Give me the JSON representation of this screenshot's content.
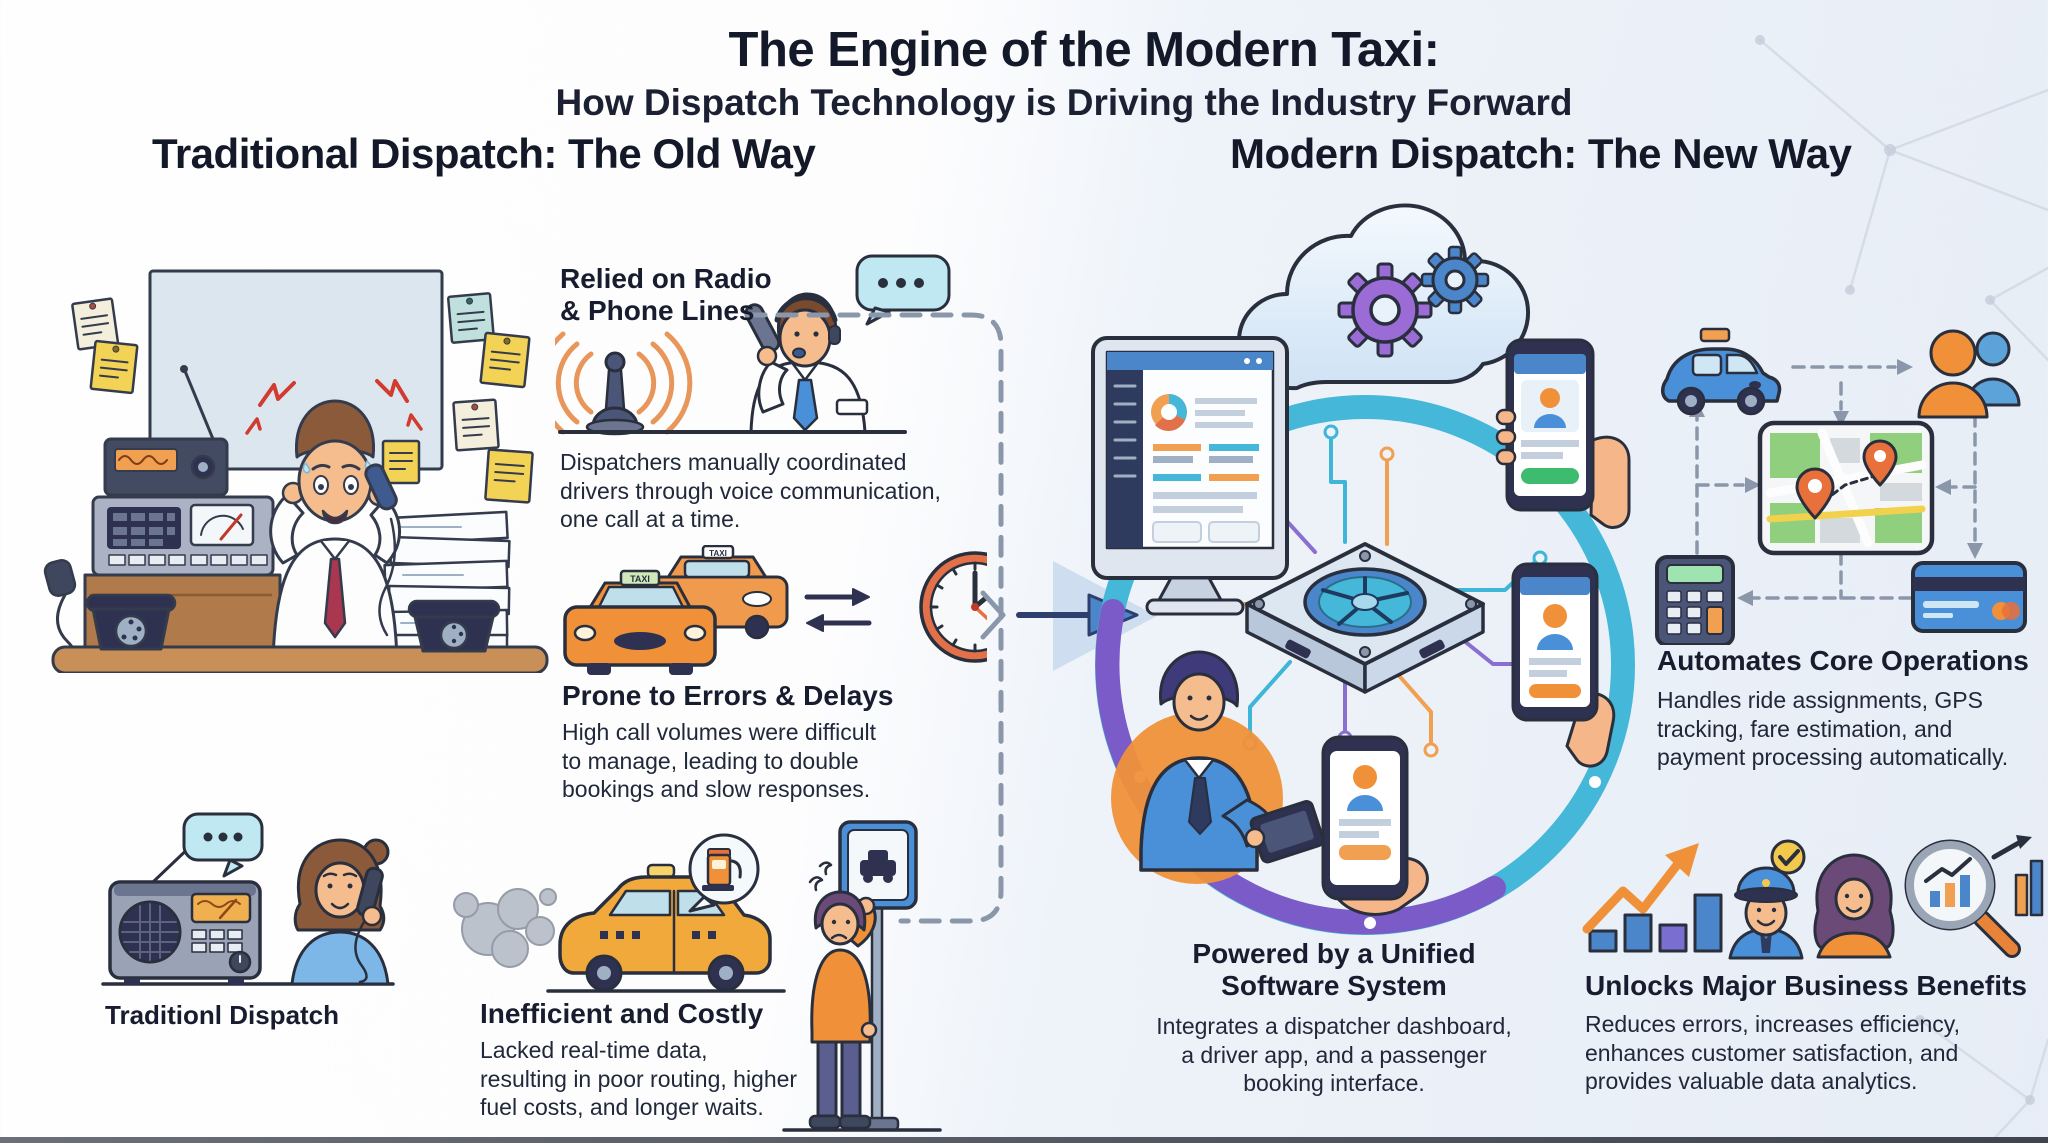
{
  "page": {
    "title": "The Engine of the Modern Taxi:",
    "subtitle": "How Dispatch Technology is Driving the Industry Forward"
  },
  "traditional": {
    "heading": "Traditional Dispatch: The Old Way",
    "caption": "Traditionl Dispatch",
    "points": [
      {
        "title": "Relied on Radio\n& Phone Lines",
        "body": "Dispatchers manually coordinated\ndrivers through voice communication,\none call at a time."
      },
      {
        "title": "Prone to Errors & Delays",
        "body": "High call volumes were difficult\nto manage, leading to double\nbookings and slow responses."
      },
      {
        "title": "Inefficient and Costly",
        "body": "Lacked real-time data,\nresulting in poor routing, higher\nfuel costs, and longer waits."
      }
    ]
  },
  "modern": {
    "heading": "Modern Dispatch: The New Way",
    "points": [
      {
        "title": "Automates Core Operations",
        "body": "Handles ride assignments, GPS\ntracking, fare estimation, and\npayment processing automatically."
      },
      {
        "title": "Powered by a Unified\nSoftware System",
        "body": "Integrates a dispatcher dashboard,\na driver app, and a passenger\nbooking interface."
      },
      {
        "title": "Unlocks Major Business Benefits",
        "body": "Reduces errors, increases efficiency,\nenhances customer satisfaction, and\nprovides valuable data analytics."
      }
    ]
  },
  "labels": {
    "taxi_sign": "TAXI"
  },
  "icon_names": [
    "stressed-dispatcher-illustration",
    "radio-antenna-icon",
    "dispatcher-headset-icon",
    "speech-bubble-icon",
    "taxi-pair-icon",
    "swap-arrows-icon",
    "clock-icon",
    "radio-receiver-icon",
    "operator-phone-icon",
    "smoking-taxi-icon",
    "fuel-pump-icon",
    "waiting-passenger-icon",
    "taxi-stand-sign-icon",
    "dashed-connector",
    "flow-arrow-icon",
    "cloud-gears-icon",
    "dashboard-monitor-icon",
    "dispatch-hub-icon",
    "driver-tablet-icon",
    "passenger-phone-icon",
    "driver-app-phone-icon",
    "booking-phone-icon",
    "taxi-car-icon",
    "passengers-icon",
    "gps-map-icon",
    "fare-calculator-icon",
    "payment-card-icon",
    "growth-arrow-chart-icon",
    "driver-avatar-icon",
    "check-badge-icon",
    "customer-avatar-icon",
    "analytics-magnifier-icon"
  ],
  "colors": {
    "heading": "#141929",
    "body": "#20283a",
    "orange": "#f0913a",
    "teal": "#3fb5d8",
    "purple": "#7a5bc7",
    "blue": "#4a86c9",
    "coral": "#e2714a",
    "yellow": "#f2c94c",
    "bg_right": "#e8eef6",
    "connector": "#8a97ab"
  }
}
